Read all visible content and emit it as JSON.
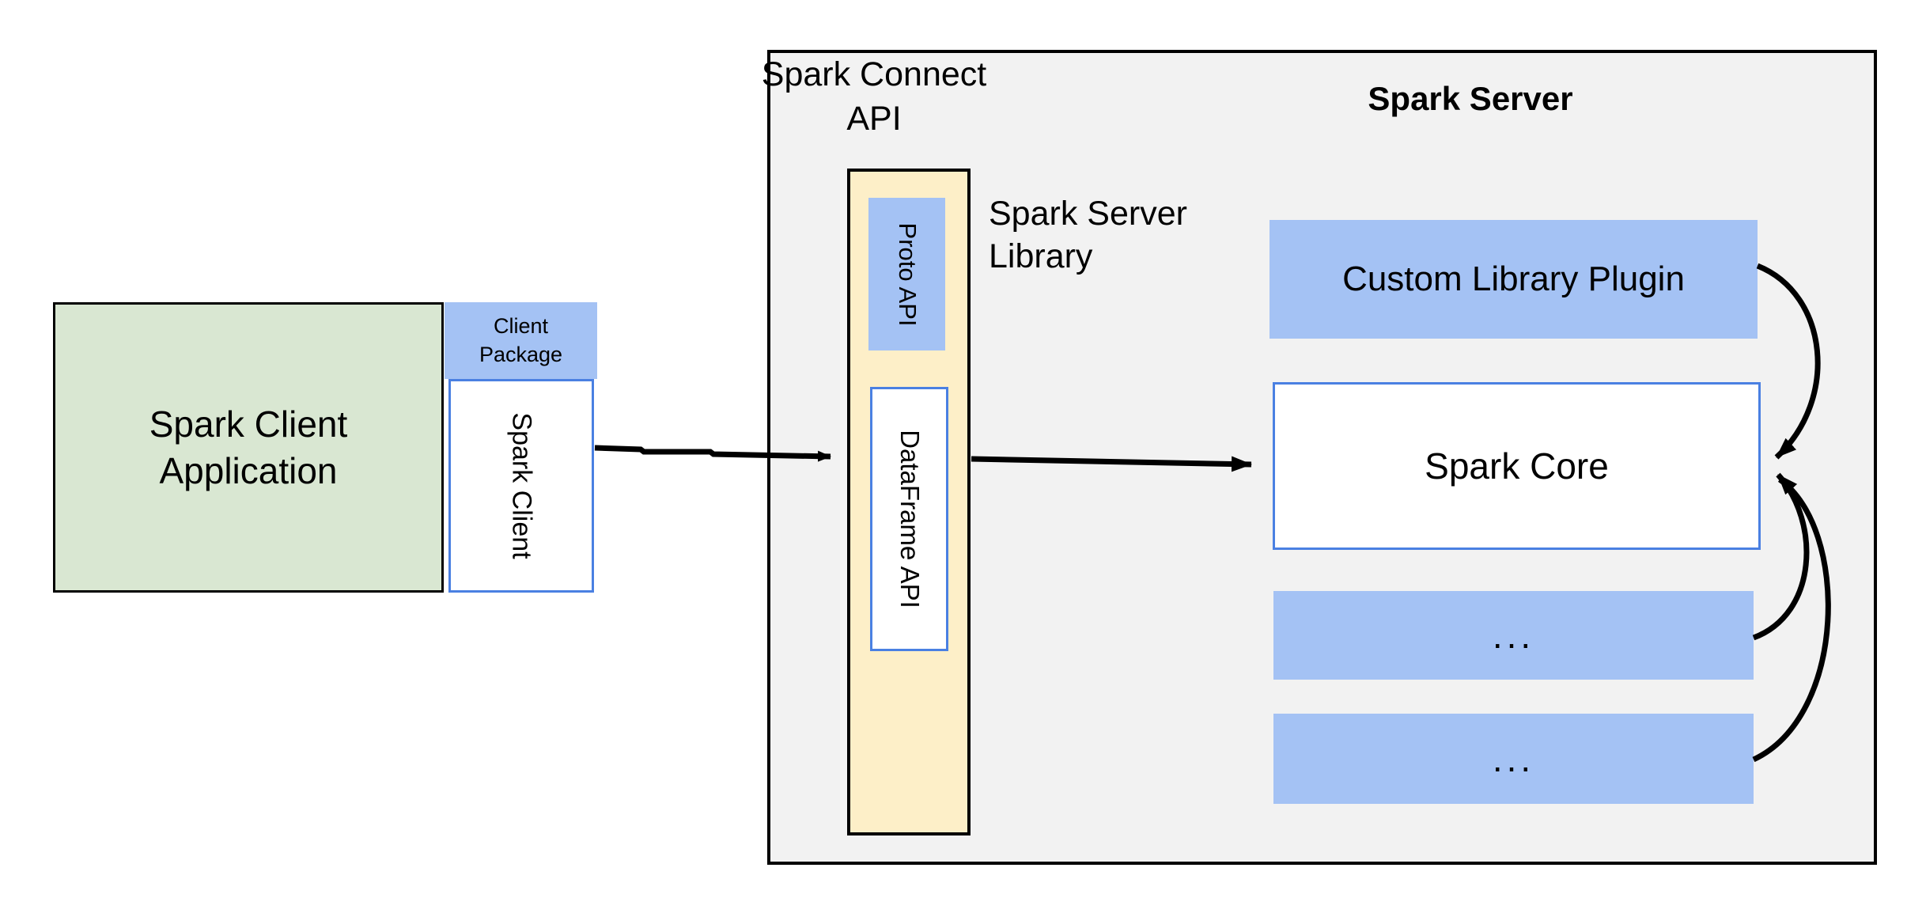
{
  "colors": {
    "green_fill": "#d9e7d2",
    "blue_fill": "#a4c2f4",
    "yellow_fill": "#fdefc8",
    "gray_fill": "#f2f2f2",
    "blue_border": "#4a80e2",
    "line_black": "#000000"
  },
  "client": {
    "application_label": "Spark Client\nApplication",
    "package_label": "Client\nPackage",
    "spark_client_label": "Spark Client"
  },
  "connect_api": {
    "title": "Spark Connect\nAPI",
    "proto_api_label": "Proto API",
    "dataframe_api_label": "DataFrame API",
    "server_library_label": "Spark Server\nLibrary"
  },
  "server": {
    "title": "Spark Server",
    "plugin_label": "Custom Library Plugin",
    "core_label": "Spark Core",
    "ellipsis_box_1_label": "...",
    "ellipsis_box_2_label": "..."
  }
}
